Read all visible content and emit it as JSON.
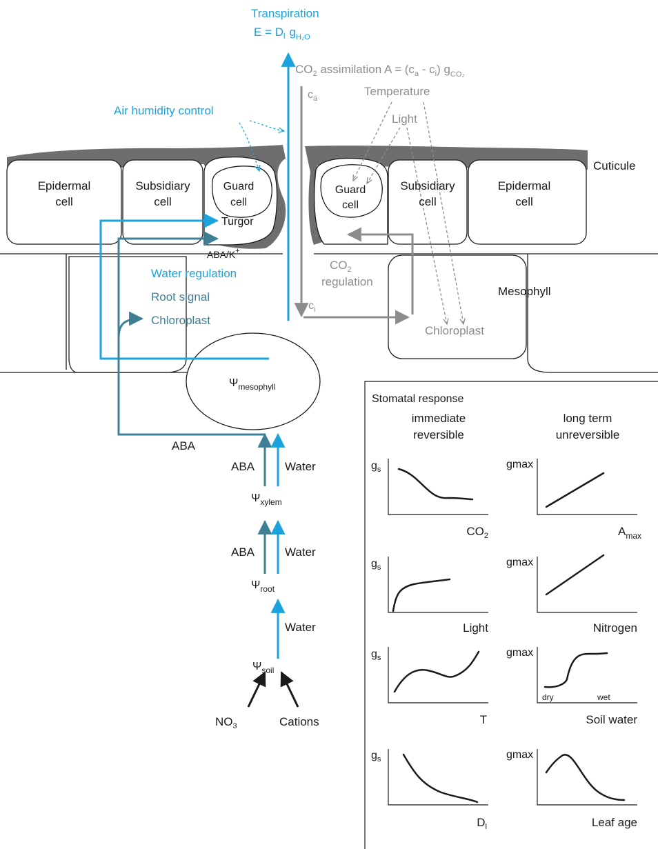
{
  "colors": {
    "water_blue": "#1aa3dc",
    "signal_teal": "#3f7f95",
    "co2_grey": "#8c8c8c",
    "cuticle_grey": "#6e6e6e",
    "ink": "#1a1a1a"
  },
  "top": {
    "transpiration_title": "Transpiration",
    "transpiration_eq_prefix": "E = D",
    "transpiration_eq_sub1": "l",
    "transpiration_eq_g": "g",
    "transpiration_eq_sub2": "H₂O",
    "co2_assim_prefix": "CO",
    "co2_assim_sub": "2",
    "co2_assim_rest": " assimilation   A = (c",
    "co2_a_sub": "a",
    "co2_mid": " - c",
    "co2_i_sub": "i",
    "co2_close": ") g",
    "co2_g_sub": "CO₂",
    "ca_main": "c",
    "ca_sub": "a",
    "temperature": "Temperature",
    "light": "Light",
    "air_humidity": "Air humidity control"
  },
  "cells": {
    "epidermal_left_l1": "Epidermal",
    "epidermal_left_l2": "cell",
    "subsidiary_left_l1": "Subsidiary",
    "subsidiary_left_l2": "cell",
    "guard_left_l1": "Guard",
    "guard_left_l2": "cell",
    "turgor": "Turgor",
    "guard_right_l1": "Guard",
    "guard_right_l2": "cell",
    "subsidiary_right_l1": "Subsidiary",
    "subsidiary_right_l2": "cell",
    "epidermal_right_l1": "Epidermal",
    "epidermal_right_l2": "cell",
    "cuticle": "Cuticule",
    "aba_k": "ABA/K",
    "aba_k_sup": "+",
    "mesophyll": "Mesophyll",
    "chloroplast_right": "Chloroplast"
  },
  "left_labels": {
    "water_regulation": "Water regulation",
    "root_signal": "Root signal",
    "chloroplast": "Chloroplast"
  },
  "co2_regulation": {
    "line1_main": "CO",
    "line1_sub": "2",
    "line2": "regulation",
    "ci_main": "c",
    "ci_sub": "i"
  },
  "potentials": {
    "psi": "Ψ",
    "mesophyll_sub": "mesophyll",
    "xylem_sub": "xylem",
    "root_sub": "root",
    "soil_sub": "soil"
  },
  "flows": {
    "aba_main": "ABA",
    "aba_1": "ABA",
    "water_1": "Water",
    "aba_2": "ABA",
    "water_2": "Water",
    "water_3": "Water",
    "no3_main": "NO",
    "no3_sub": "3",
    "cations": "Cations"
  },
  "panel": {
    "title": "Stomatal response",
    "col_left_l1": "immediate",
    "col_left_l2": "reversible",
    "col_right_l1": "long term",
    "col_right_l2": "unreversible",
    "gs_main": "g",
    "gs_sub": "s",
    "gmax": "gmax",
    "x_co2_main": "CO",
    "x_co2_sub": "2",
    "x_amax_main": "A",
    "x_amax_sub": "max",
    "x_light": "Light",
    "x_nitrogen": "Nitrogen",
    "x_t": "T",
    "x_soil_water": "Soil water",
    "dry": "dry",
    "wet": "wet",
    "x_dl_main": "D",
    "x_dl_sub": "l",
    "x_leaf_age": "Leaf age"
  }
}
